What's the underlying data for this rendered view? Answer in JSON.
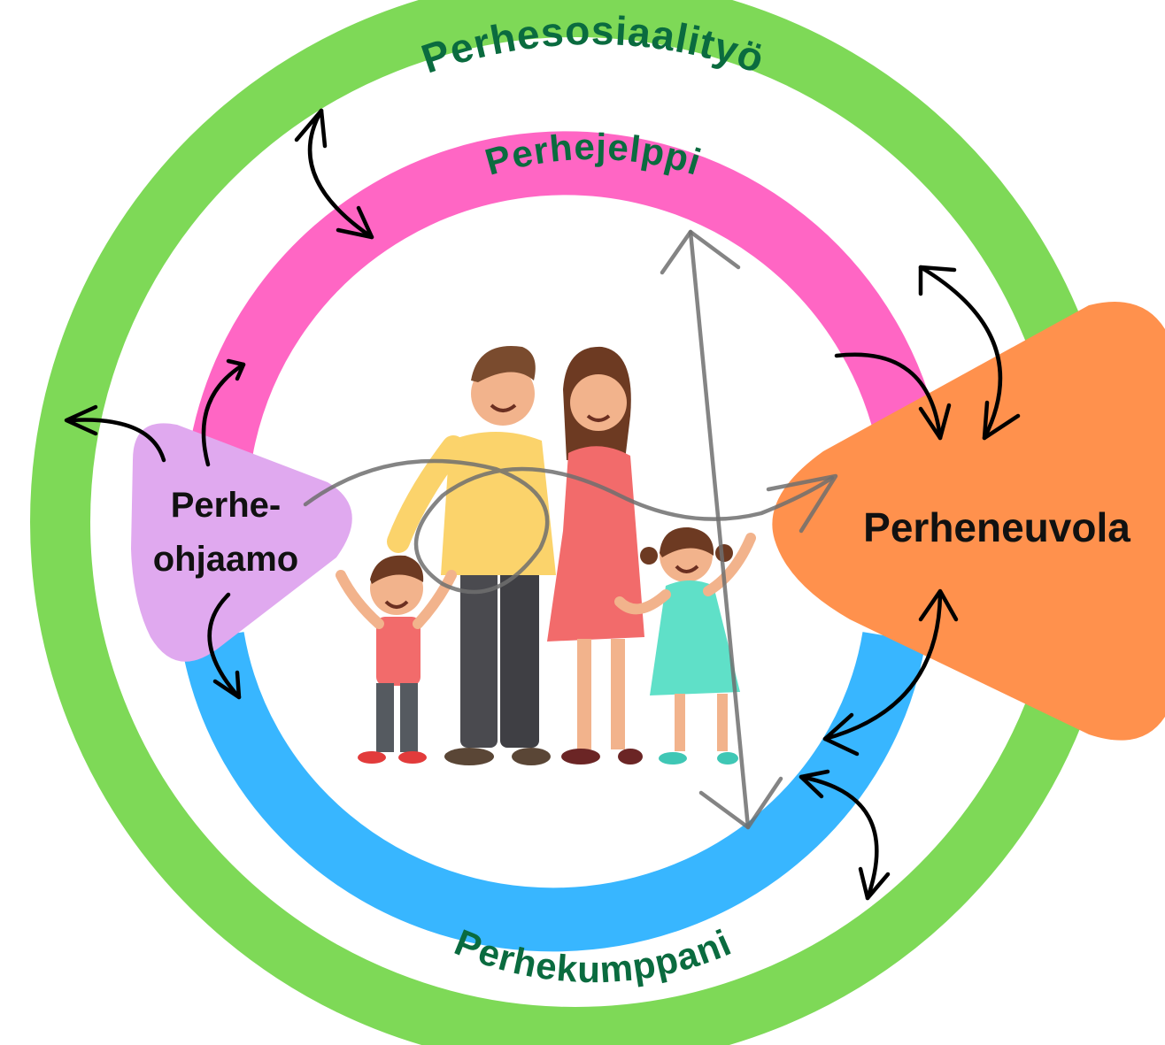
{
  "rings": {
    "outer": {
      "label": "Perhesosiaalityö",
      "color": "#7ed957"
    },
    "top": {
      "label": "Perhejelppi",
      "color": "#ff66c4"
    },
    "bottom": {
      "label": "Perhekumppani",
      "color": "#38b6ff"
    }
  },
  "nodes": {
    "left": {
      "line1": "Perhe-",
      "line2": "ohjaamo",
      "color": "#e0a9ef"
    },
    "right": {
      "label": "Perheneuvola",
      "color": "#ff914d"
    }
  },
  "colors": {
    "ring_text": "#0a6b3f",
    "node_text": "#111111",
    "arrows": "#000000",
    "grey_arrows": "#6f6f6f"
  },
  "illustration": {
    "subject": "family-illustration"
  }
}
